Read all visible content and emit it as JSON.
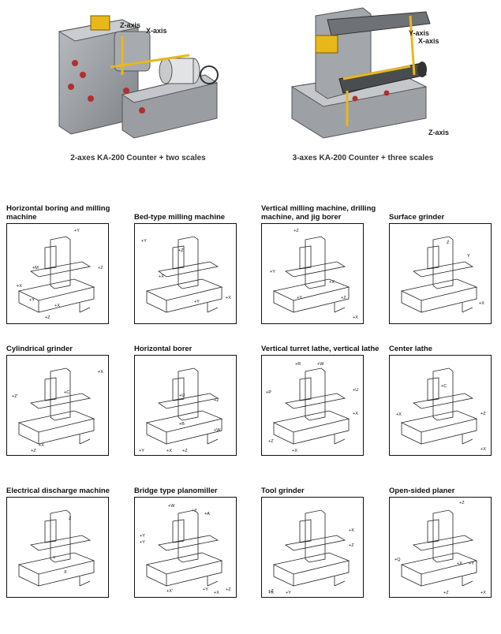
{
  "hero_left": {
    "caption": "2-axes KA-200 Counter + two scales",
    "axes": [
      "Z-axis",
      "X-axis"
    ]
  },
  "hero_right": {
    "caption": "3-axes KA-200 Counter + three scales",
    "axes": [
      "Y-axis",
      "X-axis",
      "Z-axis"
    ]
  },
  "machines": [
    {
      "title": "Horizontal boring and milling machine",
      "labels": [
        "+Y",
        "+M",
        "+Z",
        "+X",
        "+Y",
        "+X",
        "+Z"
      ]
    },
    {
      "title": "Bed-type milling machine",
      "labels": [
        "+Y",
        "+Z",
        "+X",
        "+Y",
        "+X"
      ]
    },
    {
      "title": "Vertical milling machine, drilling machine, and jig borer",
      "labels": [
        "+Z",
        "+Y",
        "+X",
        "+Y",
        "+Z",
        "+X"
      ]
    },
    {
      "title": "Surface grinder",
      "labels": [
        "Z",
        "Y",
        "+X"
      ]
    },
    {
      "title": "Cylindrical grinder",
      "labels": [
        "+X",
        "+Z'",
        "+C",
        "+X",
        "+Z"
      ]
    },
    {
      "title": "Horizontal borer",
      "labels": [
        "+U",
        "+Z",
        "+B",
        "+W",
        "+X",
        "+Y",
        "+Z"
      ]
    },
    {
      "title": "Vertical turret lathe, vertical lathe",
      "labels": [
        "+R",
        "+W",
        "+P",
        "+U",
        "+X",
        "+Z",
        "+X"
      ]
    },
    {
      "title": "Center lathe",
      "labels": [
        "+C",
        "+X",
        "+X",
        "+Z"
      ]
    },
    {
      "title": "Electrical discharge machine",
      "labels": [
        "Z",
        "Y",
        "X"
      ]
    },
    {
      "title": "Bridge type planomiller",
      "labels": [
        "+W",
        "+Z",
        "+A",
        "+Y",
        "+Y",
        "+X'",
        "+Y",
        "+Z",
        "+X"
      ]
    },
    {
      "title": "Tool grinder",
      "labels": [
        "+X",
        "+Z",
        "+Z",
        "+Y",
        "+X"
      ]
    },
    {
      "title": "Open-sided planer",
      "labels": [
        "+Z",
        "+Q",
        "+X",
        "+Y",
        "+Z",
        "+X"
      ]
    }
  ]
}
